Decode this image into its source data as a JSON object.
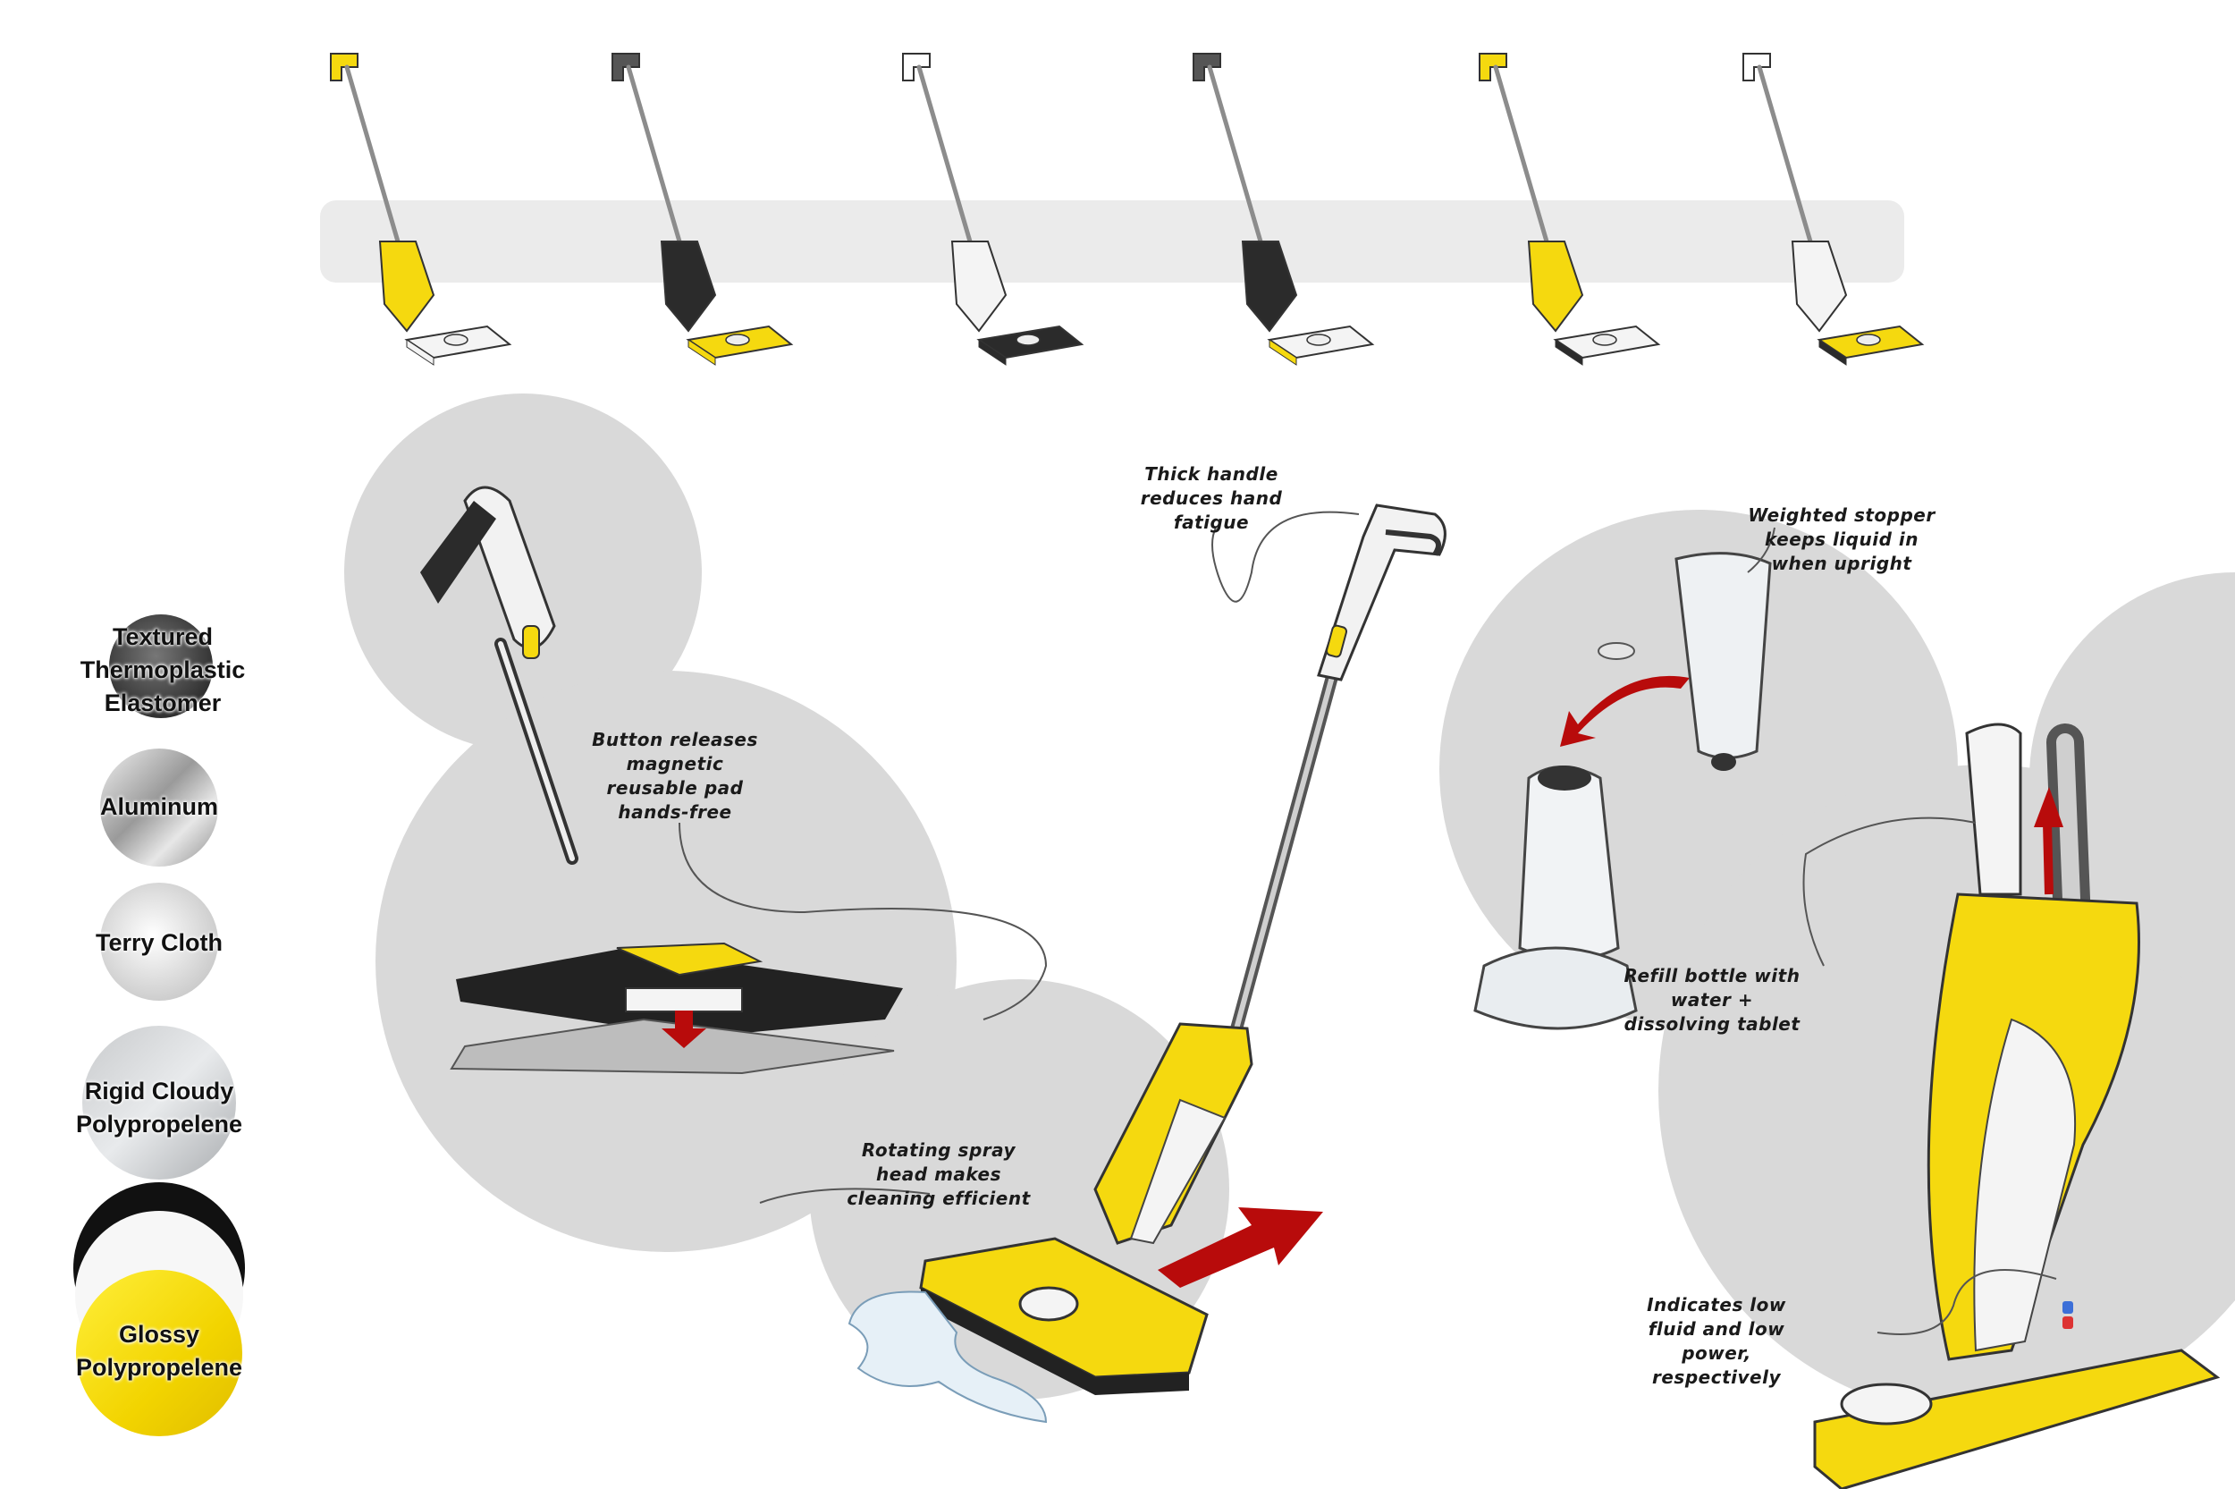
{
  "colors": {
    "accent_yellow": "#f5d90f",
    "dark_plastic": "#2b2b2b",
    "white_plastic": "#f4f4f4",
    "bubble_gray": "#d9d9d9",
    "strip_gray": "#ebebeb",
    "arrow_red": "#b80b0b",
    "pole_gray": "#8c8c8c"
  },
  "materials": [
    {
      "label": "Textured Thermoplastic Elastomer",
      "icon": "textured-swatch-icon"
    },
    {
      "label": "Aluminum",
      "icon": "aluminum-swatch-icon"
    },
    {
      "label": "Terry Cloth",
      "icon": "terry-cloth-swatch-icon"
    },
    {
      "label": "Rigid Cloudy Polypropelene",
      "icon": "cloudy-swatch-icon"
    },
    {
      "label": "Glossy Polypropelene",
      "icon": "glossy-swatch-icon"
    }
  ],
  "variants": [
    {
      "name": "variant-1",
      "body": "yellow",
      "base": "white"
    },
    {
      "name": "variant-2",
      "body": "dark",
      "base": "yellow"
    },
    {
      "name": "variant-3",
      "body": "white",
      "base": "dark"
    },
    {
      "name": "variant-4",
      "body": "dark",
      "base": "white-yellow"
    },
    {
      "name": "variant-5",
      "body": "yellow",
      "base": "white-dark"
    },
    {
      "name": "variant-6",
      "body": "white",
      "base": "yellow-dark"
    }
  ],
  "notes": {
    "button": "Button releases magnetic reusable pad hands-free",
    "handle": "Thick handle reduces hand fatigue",
    "spray": "Rotating spray head makes cleaning efficient",
    "stopper": "Weighted stopper keeps liquid in when upright",
    "refill": "Refill bottle with water + dissolving tablet",
    "indicator": "Indicates low fluid and low power, respectively"
  }
}
